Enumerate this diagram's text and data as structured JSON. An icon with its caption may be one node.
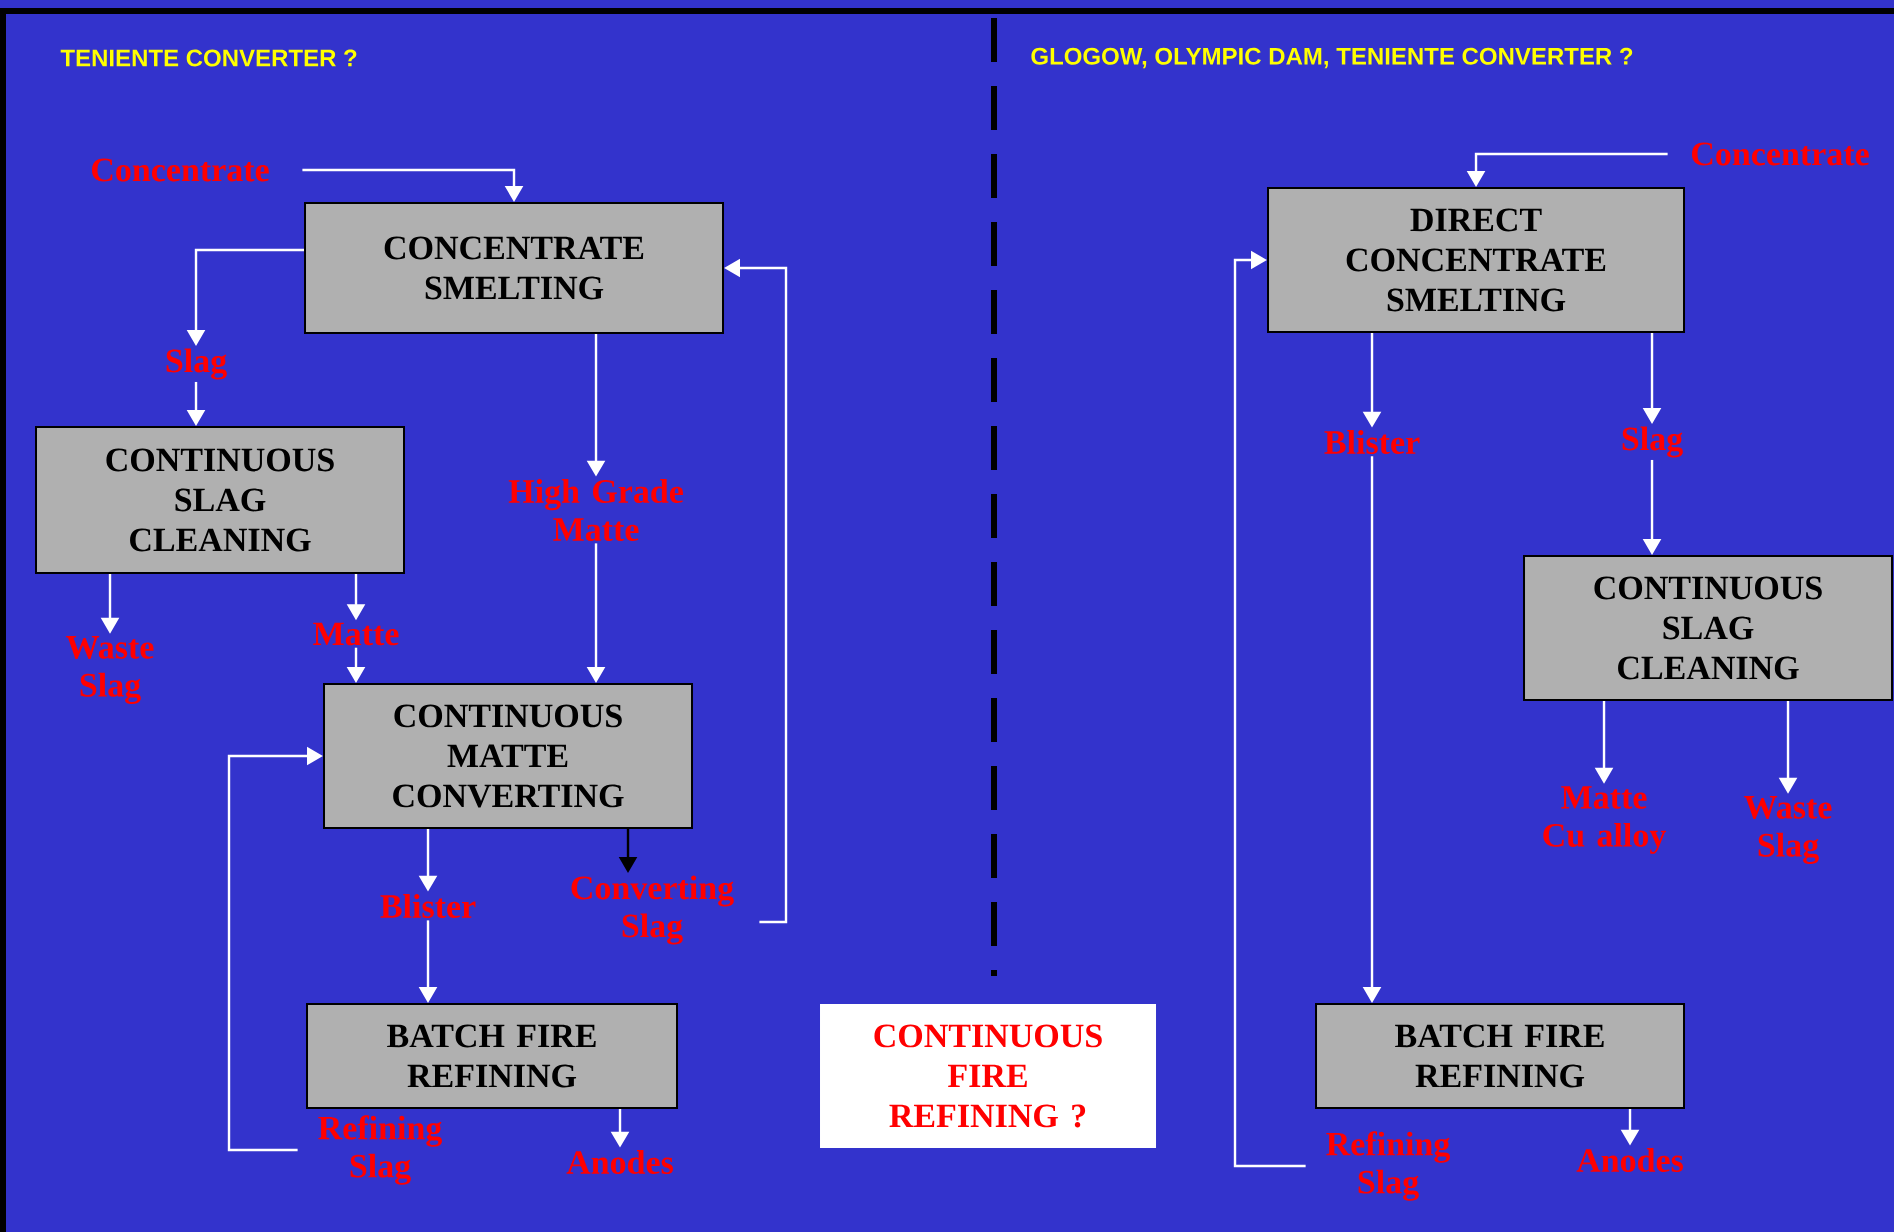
{
  "diagram": {
    "nodes": [
      {
        "text": [
          "Concentrate"
        ]
      },
      {
        "text": [
          "CONCENTRATE SMELTING"
        ]
      },
      {
        "text": [
          "Slag"
        ]
      },
      {
        "text": [
          "CONTINUOUS SLAG CLEANING"
        ]
      },
      {
        "text": [
          "Waste Slag"
        ]
      },
      {
        "text": [
          "Matte"
        ]
      },
      {
        "text": [
          "High Grade Matte"
        ]
      },
      {
        "text": [
          "CONTINUOUS MATTE CONVERTING"
        ]
      },
      {
        "text": [
          "Blister"
        ]
      },
      {
        "text": [
          "Converting Slag"
        ]
      },
      {
        "text": [
          "BATCH FIRE REFINING"
        ]
      },
      {
        "text": [
          "Refining Slag"
        ]
      },
      {
        "text": [
          "Anodes"
        ]
      },
      {
        "text": [
          "CONTINUOUS FIRE REFINING ?"
        ]
      },
      {
        "text": [
          "Concentrate"
        ]
      },
      {
        "text": [
          "DIRECT CONCENTRATE SMELTING"
        ]
      },
      {
        "text": [
          "Blister"
        ]
      },
      {
        "text": [
          "Slag"
        ]
      },
      {
        "text": [
          "CONTINUOUS SLAG CLEANING"
        ]
      },
      {
        "text": [
          "Matte Cu alloy"
        ]
      },
      {
        "text": [
          "Waste Slag"
        ]
      },
      {
        "text": [
          "BATCH FIRE REFINING"
        ]
      },
      {
        "text": [
          "Refining Slag"
        ]
      },
      {
        "text": [
          "Anodes"
        ]
      }
    ],
    "edges": [
      {
        "from": 0,
        "to": 1,
        "arrow": "to"
      },
      {
        "from": 1,
        "to": 2,
        "arrow": "to"
      },
      {
        "from": 2,
        "to": 3,
        "arrow": "to"
      },
      {
        "from": 3,
        "to": 4,
        "arrow": "to"
      },
      {
        "from": 3,
        "to": 5,
        "arrow": "to"
      },
      {
        "from": 5,
        "to": 7,
        "arrow": "to"
      },
      {
        "from": 1,
        "to": 6,
        "arrow": "to"
      },
      {
        "from": 6,
        "to": 7,
        "arrow": "to"
      },
      {
        "from": 7,
        "to": 8,
        "arrow": "to"
      },
      {
        "from": 8,
        "to": 10,
        "arrow": "to"
      },
      {
        "from": 7,
        "to": 9,
        "arrow": "to",
        "color": "#000000"
      },
      {
        "from": 9,
        "to": 1,
        "arrow": "to"
      },
      {
        "from": 10,
        "to": 12,
        "arrow": "to"
      },
      {
        "from": 11,
        "to": 7,
        "arrow": "to"
      },
      {
        "from": 14,
        "to": 15,
        "arrow": "to"
      },
      {
        "from": 15,
        "to": 16,
        "arrow": "to"
      },
      {
        "from": 15,
        "to": 17,
        "arrow": "to"
      },
      {
        "from": 17,
        "to": 18,
        "arrow": "to"
      },
      {
        "from": 18,
        "to": 19,
        "arrow": "to"
      },
      {
        "from": 18,
        "to": 20,
        "arrow": "to"
      },
      {
        "from": 16,
        "to": 21,
        "arrow": "to"
      },
      {
        "from": 21,
        "to": 23,
        "arrow": "to"
      },
      {
        "from": 22,
        "to": 15,
        "arrow": "to"
      }
    ],
    "labels": [
      "TENIENTE CONVERTER ?",
      "GLOGOW,  OLYMPIC DAM, TENIENTE CONVERTER ?"
    ]
  }
}
